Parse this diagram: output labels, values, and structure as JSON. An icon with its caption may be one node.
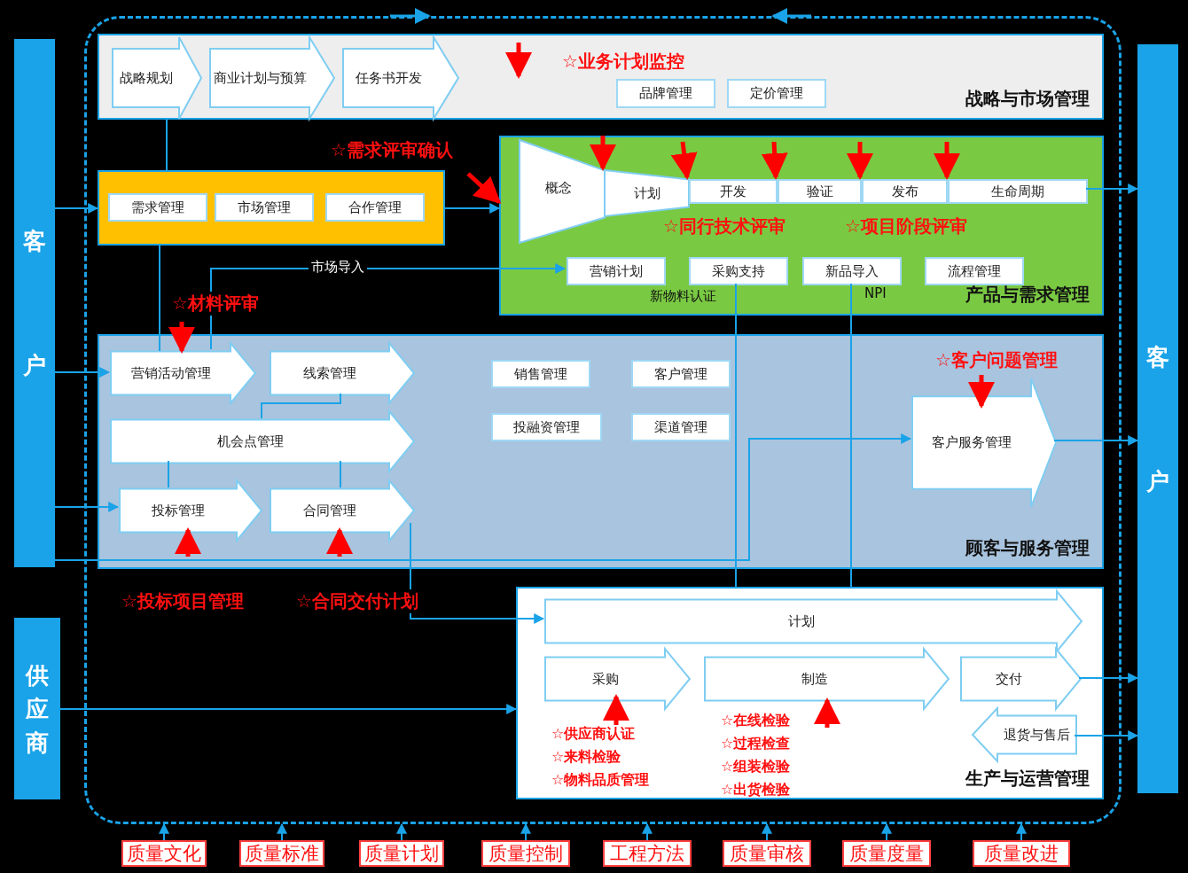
{
  "diagram": {
    "nodes": [
      {
        "text": [
          "客户"
        ]
      },
      {
        "text": [
          "供应商"
        ]
      },
      {
        "text": [
          "客户"
        ]
      },
      {
        "text": [],
        "shape": "box"
      },
      {
        "text": [
          "战略与市场管理"
        ],
        "in": 3
      },
      {
        "text": [
          "战略规划"
        ],
        "in": 4
      },
      {
        "text": [
          "商业计划与预算"
        ],
        "in": 4
      },
      {
        "text": [
          "任务书开发"
        ],
        "in": 4
      },
      {
        "text": [
          "品牌管理"
        ],
        "in": 4
      },
      {
        "text": [
          "定价管理"
        ],
        "in": 4
      },
      {
        "text": [],
        "shape": "box",
        "in": 3
      },
      {
        "text": [
          "需求管理"
        ],
        "in": 10
      },
      {
        "text": [
          "市场管理"
        ],
        "in": 10
      },
      {
        "text": [
          "合作管理"
        ],
        "in": 10
      },
      {
        "text": [
          "产品与需求管理"
        ],
        "in": 3
      },
      {
        "text": [
          "概念"
        ],
        "in": 14
      },
      {
        "text": [
          "计划"
        ],
        "in": 14
      },
      {
        "text": [
          "开发"
        ],
        "in": 14
      },
      {
        "text": [
          "验证"
        ],
        "in": 14
      },
      {
        "text": [
          "发布"
        ],
        "in": 14
      },
      {
        "text": [
          "生命周期"
        ],
        "in": 14
      },
      {
        "text": [
          "营销计划"
        ],
        "in": 14
      },
      {
        "text": [
          "采购支持"
        ],
        "in": 14,
        "beside": [
          "新物料认证"
        ]
      },
      {
        "text": [
          "新品导入"
        ],
        "in": 14,
        "beside": [
          "NPI"
        ]
      },
      {
        "text": [
          "流程管理"
        ],
        "in": 14
      },
      {
        "text": [
          "顾客与服务管理"
        ],
        "in": 3
      },
      {
        "text": [
          "营销活动管理"
        ],
        "in": 25,
        "beside": [
          "☆材料评审"
        ]
      },
      {
        "text": [
          "线索管理"
        ],
        "in": 25
      },
      {
        "text": [
          "机会点管理"
        ],
        "in": 25
      },
      {
        "text": [
          "投标管理"
        ],
        "in": 25,
        "beside": [
          "☆投标项目管理"
        ]
      },
      {
        "text": [
          "合同管理"
        ],
        "in": 25,
        "beside": [
          "☆合同交付计划"
        ]
      },
      {
        "text": [
          "销售管理"
        ],
        "in": 25
      },
      {
        "text": [
          "客户管理"
        ],
        "in": 25
      },
      {
        "text": [
          "投融资管理"
        ],
        "in": 25
      },
      {
        "text": [
          "渠道管理"
        ],
        "in": 25
      },
      {
        "text": [
          "客户服务管理"
        ],
        "in": 25,
        "beside": [
          "☆客户问题管理"
        ]
      },
      {
        "text": [
          "生产与运营管理"
        ],
        "in": 3
      },
      {
        "text": [
          "计划"
        ],
        "in": 36
      },
      {
        "text": [
          "采购"
        ],
        "in": 36,
        "beside": [
          "☆供应商认证",
          "☆来料检验",
          "☆物料品质管理"
        ]
      },
      {
        "text": [
          "制造"
        ],
        "in": 36,
        "beside": [
          "☆在线检验",
          "☆过程检查",
          "☆组装检验",
          "☆出货检验"
        ]
      },
      {
        "text": [
          "交付"
        ],
        "in": 36
      },
      {
        "text": [
          "退货与售后"
        ],
        "in": 36
      },
      {
        "text": [
          "质量文化"
        ]
      },
      {
        "text": [
          "质量标准"
        ]
      },
      {
        "text": [
          "质量计划"
        ]
      },
      {
        "text": [
          "质量控制"
        ]
      },
      {
        "text": [
          "工程方法"
        ]
      },
      {
        "text": [
          "质量审核"
        ]
      },
      {
        "text": [
          "质量度量"
        ]
      },
      {
        "text": [
          "质量改进"
        ]
      }
    ],
    "edges": [
      {
        "from": 0,
        "to": 10,
        "arrow": "to"
      },
      {
        "from": 0,
        "to": 26,
        "arrow": "to"
      },
      {
        "from": 0,
        "to": 29,
        "arrow": "to"
      },
      {
        "from": 4,
        "to": 10,
        "arrow": "none"
      },
      {
        "from": 10,
        "to": 26,
        "arrow": "none"
      },
      {
        "from": 10,
        "to": 14,
        "arrow": "to"
      },
      {
        "from": 26,
        "to": 21,
        "arrow": "to",
        "label": "市场导入"
      },
      {
        "from": 20,
        "to": 2,
        "arrow": "to"
      },
      {
        "from": 22,
        "to": 36,
        "arrow": "none"
      },
      {
        "from": 23,
        "to": 36,
        "arrow": "none"
      },
      {
        "from": 27,
        "to": 28,
        "arrow": "none"
      },
      {
        "from": 28,
        "to": 29,
        "arrow": "none"
      },
      {
        "from": 28,
        "to": 30,
        "arrow": "none"
      },
      {
        "from": 30,
        "to": 37,
        "arrow": "to"
      },
      {
        "from": 0,
        "to": 35,
        "arrow": "to"
      },
      {
        "from": 35,
        "to": 2,
        "arrow": "to"
      },
      {
        "from": 1,
        "to": 36,
        "arrow": "to"
      },
      {
        "from": 40,
        "to": 2,
        "arrow": "to"
      },
      {
        "from": 41,
        "to": 2,
        "arrow": "to"
      },
      {
        "from": 42,
        "to": 3,
        "arrow": "to"
      },
      {
        "from": 43,
        "to": 3,
        "arrow": "to"
      },
      {
        "from": 44,
        "to": 3,
        "arrow": "to"
      },
      {
        "from": 45,
        "to": 3,
        "arrow": "to"
      },
      {
        "from": 46,
        "to": 3,
        "arrow": "to"
      },
      {
        "from": 47,
        "to": 3,
        "arrow": "to"
      },
      {
        "from": 48,
        "to": 3,
        "arrow": "to"
      },
      {
        "from": 49,
        "to": 3,
        "arrow": "to"
      },
      {
        "from": 4,
        "to": null,
        "arrow": "to",
        "style": "thick",
        "color": "#ff0000"
      },
      {
        "from": null,
        "to": 14,
        "arrow": "to",
        "style": "thick",
        "color": "#ff0000"
      },
      {
        "from": null,
        "to": 16,
        "arrow": "to",
        "style": "thick",
        "color": "#ff0000"
      },
      {
        "from": null,
        "to": 17,
        "arrow": "to",
        "style": "thick",
        "color": "#ff0000"
      },
      {
        "from": null,
        "to": 18,
        "arrow": "to",
        "style": "thick",
        "color": "#ff0000"
      },
      {
        "from": null,
        "to": 19,
        "arrow": "to",
        "style": "thick",
        "color": "#ff0000"
      },
      {
        "from": null,
        "to": 20,
        "arrow": "to",
        "style": "thick",
        "color": "#ff0000"
      },
      {
        "from": null,
        "to": 26,
        "arrow": "to",
        "style": "thick",
        "color": "#ff0000"
      },
      {
        "from": null,
        "to": 35,
        "arrow": "to",
        "style": "thick",
        "color": "#ff0000"
      },
      {
        "from": null,
        "to": 29,
        "arrow": "to",
        "style": "thick",
        "color": "#ff0000"
      },
      {
        "from": null,
        "to": 30,
        "arrow": "to",
        "style": "thick",
        "color": "#ff0000"
      },
      {
        "from": null,
        "to": 38,
        "arrow": "to",
        "style": "thick",
        "color": "#ff0000"
      },
      {
        "from": null,
        "to": 39,
        "arrow": "to",
        "style": "thick",
        "color": "#ff0000"
      }
    ],
    "labels": [
      "☆业务计划监控",
      "☆需求评审确认",
      "☆同行技术评审",
      "☆项目阶段评审"
    ]
  }
}
